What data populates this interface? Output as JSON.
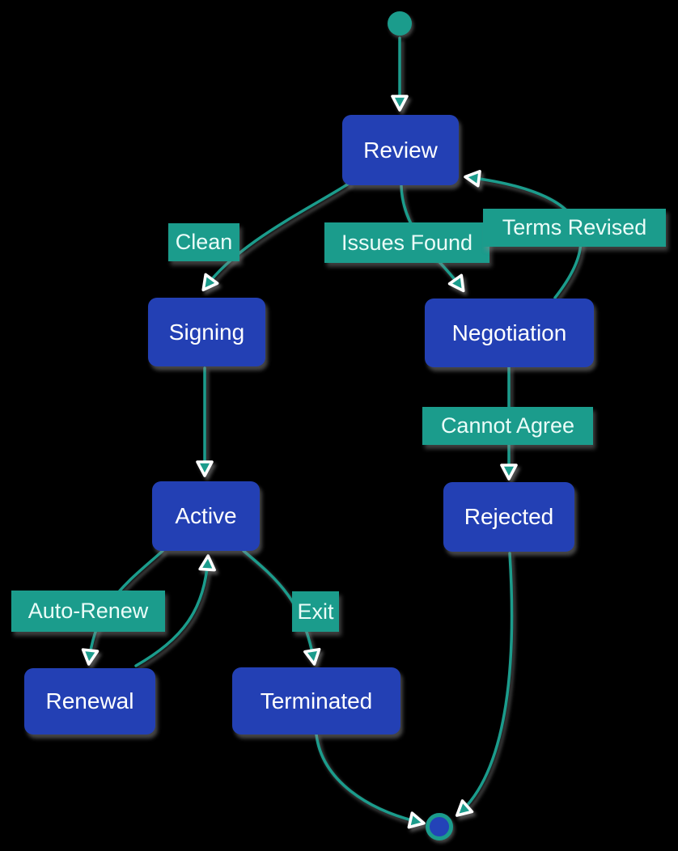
{
  "diagram": {
    "kind": "state-machine-flowchart",
    "background": "#000000"
  },
  "colors": {
    "node_fill": "#2340b4",
    "node_text": "#ffffff",
    "label_fill": "#1b9c8c",
    "label_text": "#eafcf8",
    "edge_stroke": "#1b9c8c",
    "start_fill": "#1b9c8c",
    "final_ring": "#1b9c8c",
    "final_fill": "#2343b8"
  },
  "nodes": {
    "review": "Review",
    "signing": "Signing",
    "negotiation": "Negotiation",
    "active": "Active",
    "rejected": "Rejected",
    "renewal": "Renewal",
    "terminated": "Terminated"
  },
  "edge_labels": {
    "clean": "Clean",
    "issues_found": "Issues Found",
    "terms_revised": "Terms Revised",
    "cannot_agree": "Cannot Agree",
    "auto_renew": "Auto-Renew",
    "exit": "Exit"
  },
  "edges": [
    {
      "from": "start",
      "to": "Review",
      "label": ""
    },
    {
      "from": "Review",
      "to": "Signing",
      "label": "Clean"
    },
    {
      "from": "Review",
      "to": "Negotiation",
      "label": "Issues Found"
    },
    {
      "from": "Negotiation",
      "to": "Review",
      "label": "Terms Revised"
    },
    {
      "from": "Signing",
      "to": "Active",
      "label": ""
    },
    {
      "from": "Negotiation",
      "to": "Rejected",
      "label": "Cannot Agree"
    },
    {
      "from": "Active",
      "to": "Renewal",
      "label": "Auto-Renew"
    },
    {
      "from": "Renewal",
      "to": "Active",
      "label": ""
    },
    {
      "from": "Active",
      "to": "Terminated",
      "label": "Exit"
    },
    {
      "from": "Terminated",
      "to": "end",
      "label": ""
    },
    {
      "from": "Rejected",
      "to": "end",
      "label": ""
    }
  ]
}
